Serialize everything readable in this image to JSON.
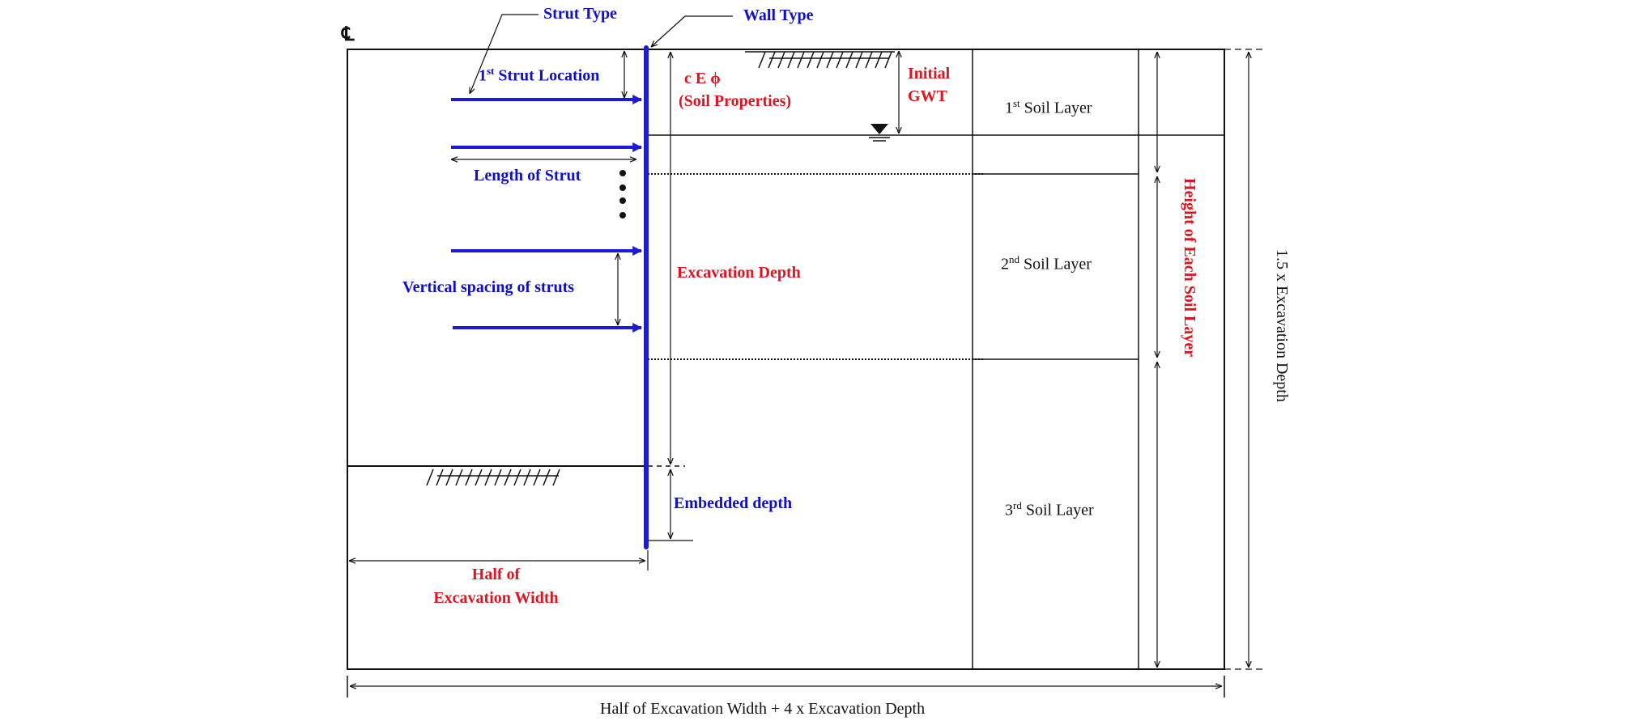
{
  "labels": {
    "centerline": "℄",
    "strut_type": "Strut Type",
    "wall_type": "Wall Type",
    "first_strut_location_ord": "1",
    "first_strut_location_sup": "st",
    "first_strut_location_rest": " Strut Location",
    "soil_params": "c  E  ϕ",
    "soil_properties": "(Soil Properties)",
    "initial": "Initial",
    "gwt": "GWT",
    "length_of_strut": "Length of Strut",
    "vertical_spacing": "Vertical spacing of struts",
    "excavation_depth": "Excavation Depth",
    "embedded_depth": "Embedded depth",
    "half_of": "Half of",
    "excavation_width": "Excavation Width",
    "height_each_soil_layer": "Height of Each Soil Layer",
    "depth_extent": "1.5 x Excavation Depth",
    "width_extent": "Half of Excavation Width + 4 x Excavation Depth"
  },
  "soil_layers": [
    {
      "ord": "1",
      "sup": "st",
      "rest": " Soil Layer"
    },
    {
      "ord": "2",
      "sup": "nd",
      "rest": " Soil Layer"
    },
    {
      "ord": "3",
      "sup": "rd",
      "rest": " Soil Layer"
    }
  ],
  "colors": {
    "label_blue": "#1010c8",
    "label_red": "#e0141e",
    "wall_blue": "#1a1ad8",
    "line": "#111111"
  }
}
